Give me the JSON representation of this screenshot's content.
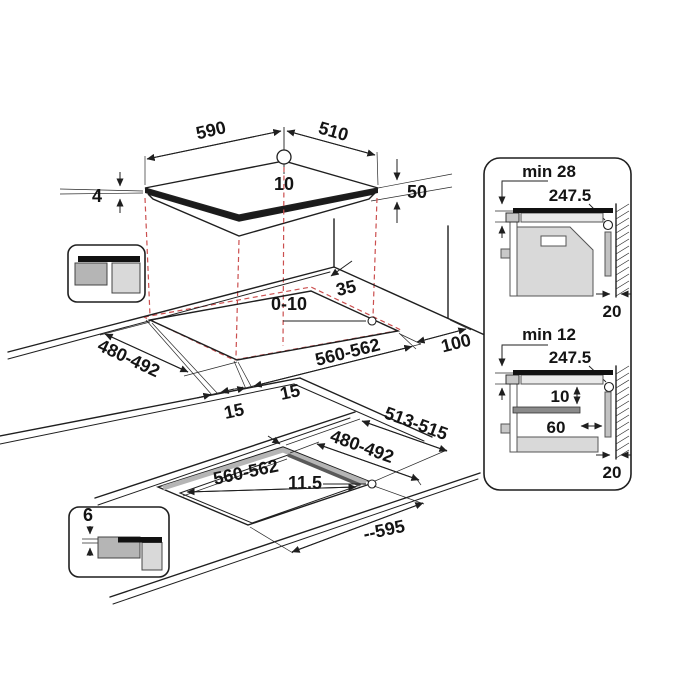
{
  "figure": {
    "hob_top_view": {
      "width": "590",
      "depth": "510",
      "hole_diameter": "10",
      "glass_thickness": "4",
      "body_height": "50"
    },
    "worktop_cutout_view": {
      "rear_corner_gap": "35",
      "hole_position": "0-10",
      "cutout_depth": "480-492",
      "side_margin": "15",
      "front_margin": "15",
      "cutout_width": "560-562",
      "right_wall_clearance": "100"
    },
    "flush_cutout_view": {
      "outer_depth": "513-515",
      "inner_depth": "480-492",
      "inner_width": "560-562",
      "ledge_width": "11.5",
      "outer_width": "--595",
      "rebate_depth": "6"
    },
    "standard_section": {
      "min_clearance": "min 28",
      "centre_offset": "247.5",
      "rear_gap": "20"
    },
    "flush_section": {
      "min_clearance": "min 12",
      "centre_offset": "247.5",
      "clearance_below": "10",
      "shelf_setback": "60",
      "rear_gap": "20"
    },
    "colors": {
      "line": "#1f1f1f",
      "projection_red": "#cb4f4f",
      "gray_medium": "#b5b5b5",
      "gray_light": "#d9d9d9",
      "glass_black": "#111111"
    }
  }
}
